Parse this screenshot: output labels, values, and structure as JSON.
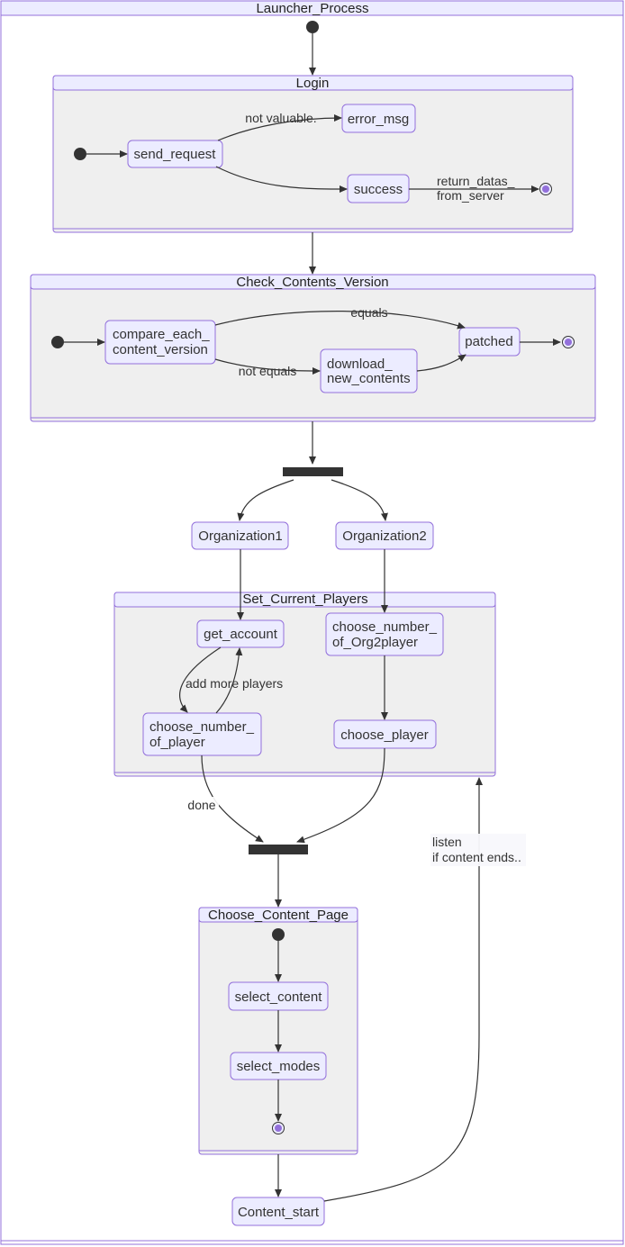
{
  "clusters": {
    "launcher": "Launcher_Process",
    "login": "Login",
    "check": "Check_Contents_Version",
    "players": "Set_Current_Players",
    "choose_page": "Choose_Content_Page"
  },
  "states": {
    "send_request": "send_request",
    "error_msg": "error_msg",
    "success": "success",
    "compare_1": "compare_each_",
    "compare_2": "content_version",
    "download_1": "download_",
    "download_2": "new_contents",
    "patched": "patched",
    "org1": "Organization1",
    "org2": "Organization2",
    "get_account": "get_account",
    "choose_org2_1": "choose_number_",
    "choose_org2_2": "of_Org2player",
    "choose_num_1": "choose_number_",
    "choose_num_2": "of_player",
    "choose_player": "choose_player",
    "select_content": "select_content",
    "select_modes": "select_modes",
    "content_start": "Content_start"
  },
  "edges": {
    "not_valuable": "not valuable.",
    "return_1": "return_datas_",
    "return_2": "from_server",
    "equals": "equals",
    "not_equals": "not equals",
    "add_more": "add more players",
    "done": "done",
    "listen_1": "listen",
    "listen_2": "if content ends.."
  }
}
